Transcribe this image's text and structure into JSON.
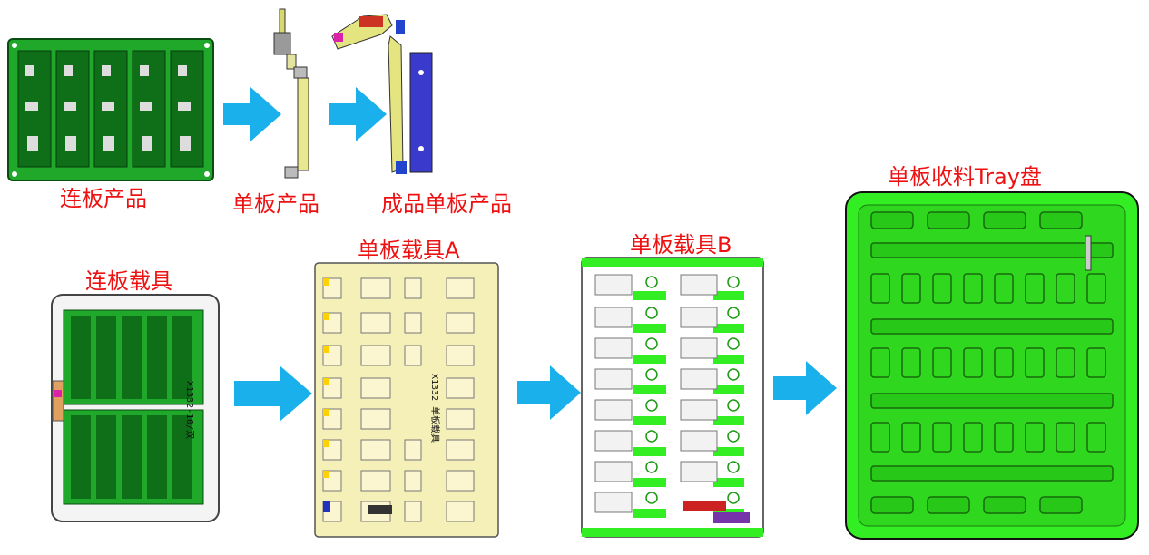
{
  "labels": {
    "panel_product": "连板产品",
    "single_product": "单板产品",
    "finished_single_product": "成品单板产品",
    "panel_carrier": "连板载具",
    "single_carrier_a": "单板载具A",
    "single_carrier_b": "单板载具B",
    "tray": "单板收料Tray盘"
  },
  "carrier_text": {
    "panel_carrier_side": "X1332-10/双",
    "carrier_a_center": "X1332 单板载具"
  },
  "colors": {
    "label": "#ee1111",
    "arrow": "#1ab0ec",
    "pcb": "#1fa82a",
    "tray": "#33ee22",
    "carrier_a": "#f5efb8",
    "carrier_b": "#ffffff"
  }
}
